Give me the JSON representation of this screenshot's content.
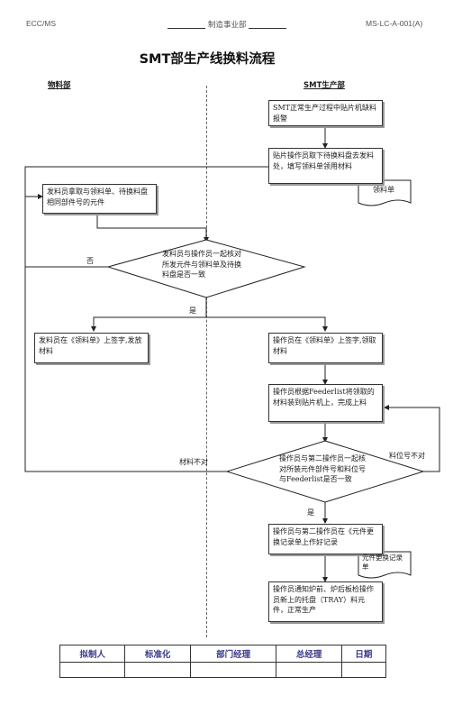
{
  "header": {
    "left": "ECC/MS",
    "center": "制造事业部",
    "right": "MS-LC-A-001(A)"
  },
  "title": "SMT部生产线换料流程",
  "lanes": {
    "left": "物料部",
    "right": "SMT生产部"
  },
  "nodes": {
    "alarm": "SMT正常生产过程中贴片机缺料报警",
    "take_tray": "贴片操作员取下待换料盘去发料处，填写领料单领用材料",
    "issue_prepare": "发料员拿取与领料单、待换料盘相同部件号的元件",
    "check1": "发料员与操作员一起核对所发元件与领料单及待换料盘是否一致",
    "issuer_sign": "发料员在《领料单》上签字,发放材料",
    "operator_sign": "操作员在《领料单》上签字,领取材料",
    "load": "操作员根据Feederlist将领取的材料装到贴片机上，完成上料",
    "check2": "操作员与第二操作员一起核对所装元件部件号和料位号与Feederlist是否一致",
    "record": "操作员与第二操作员在《元件更换记录单上作好记录",
    "notify": "操作员通知炉前、炉后板检操作员新上的托盘（TRAY）料元件，正常生产"
  },
  "documents": {
    "requisition": "领料单",
    "change_record": "元件更换记录单"
  },
  "branch_labels": {
    "no": "否",
    "yes1": "是",
    "material_wrong": "材料不对",
    "slot_wrong": "料位号不对",
    "yes2": "是"
  },
  "signature_table": {
    "headers": [
      "拟制人",
      "标准化",
      "部门经理",
      "总经理",
      "日期"
    ]
  }
}
